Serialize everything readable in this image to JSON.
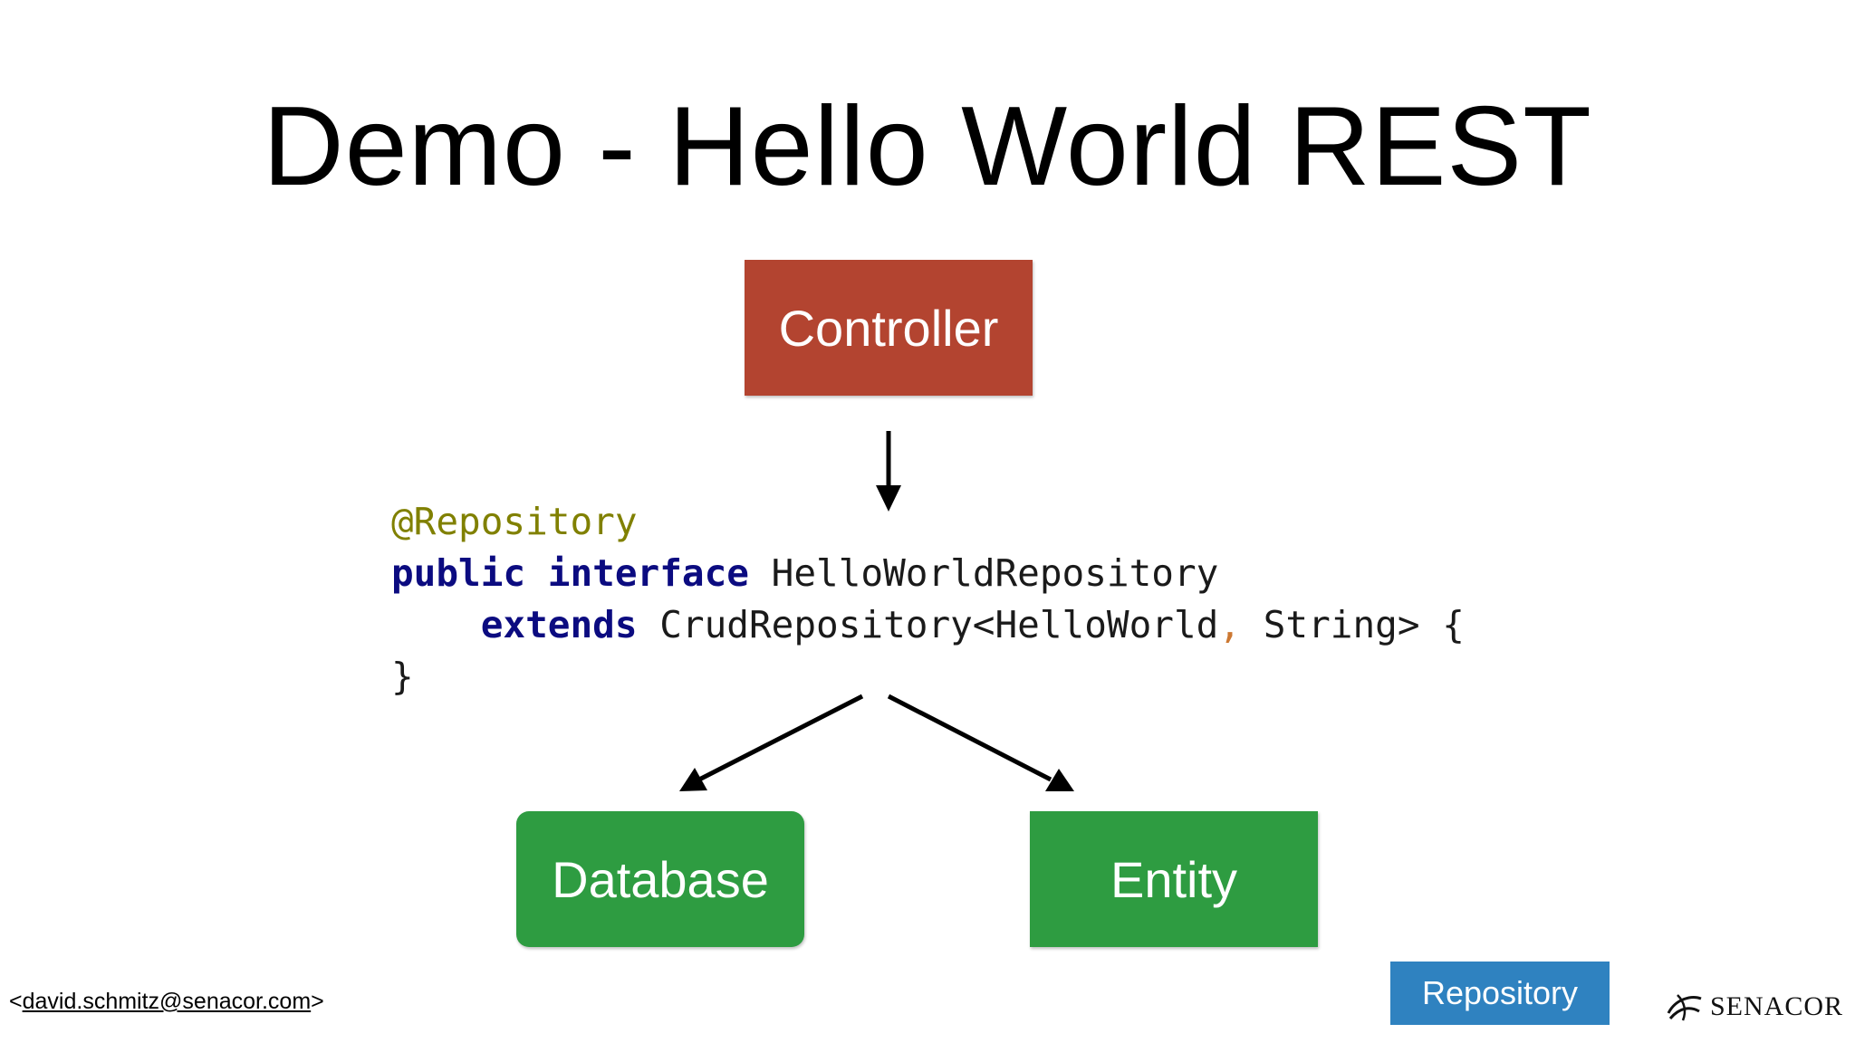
{
  "slide": {
    "title": "Demo - Hello World REST"
  },
  "diagram": {
    "nodes": {
      "controller": "Controller",
      "database": "Database",
      "entity": "Entity"
    },
    "code": {
      "annotation": "@Repository",
      "kw_public": "public",
      "kw_interface": "interface",
      "interface_name": "HelloWorldRepository",
      "kw_extends": "extends",
      "extends_type": "CrudRepository<HelloWorld",
      "comma": ",",
      "extends_rest": " String> {",
      "closing_brace": "}"
    }
  },
  "footer": {
    "email_prefix": "<",
    "email": "david.schmitz@senacor.com",
    "email_suffix": ">",
    "section_badge": "Repository",
    "logo_text": "SENACOR"
  },
  "colors": {
    "controller": "#b34430",
    "database": "#2e9c41",
    "entity": "#2e9c41",
    "badge": "#2f82c0"
  }
}
